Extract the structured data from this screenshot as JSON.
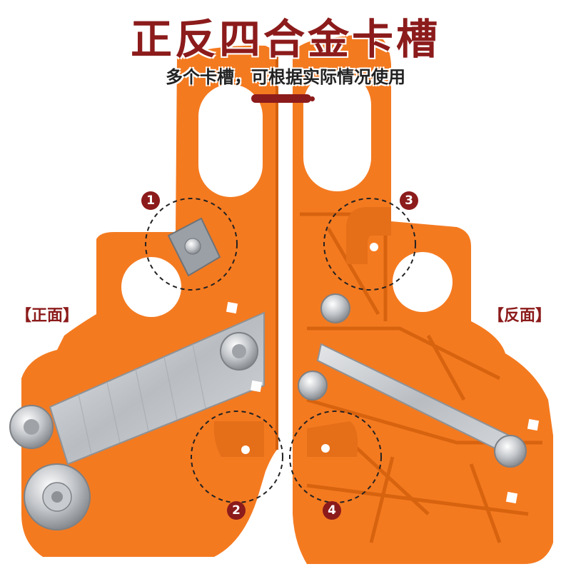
{
  "title": "正反四合金卡槽",
  "subtitle": "多个卡槽，可根据实际情况使用",
  "labels": {
    "front": "【正面】",
    "back": "【反面】"
  },
  "markers": [
    "1",
    "2",
    "3",
    "4"
  ],
  "colors": {
    "orange": "#f47a20",
    "orange_dark": "#d35f0d",
    "dark_red": "#8c1b1b",
    "steel": "#c9ccd0",
    "steel_dark": "#8e9297"
  }
}
